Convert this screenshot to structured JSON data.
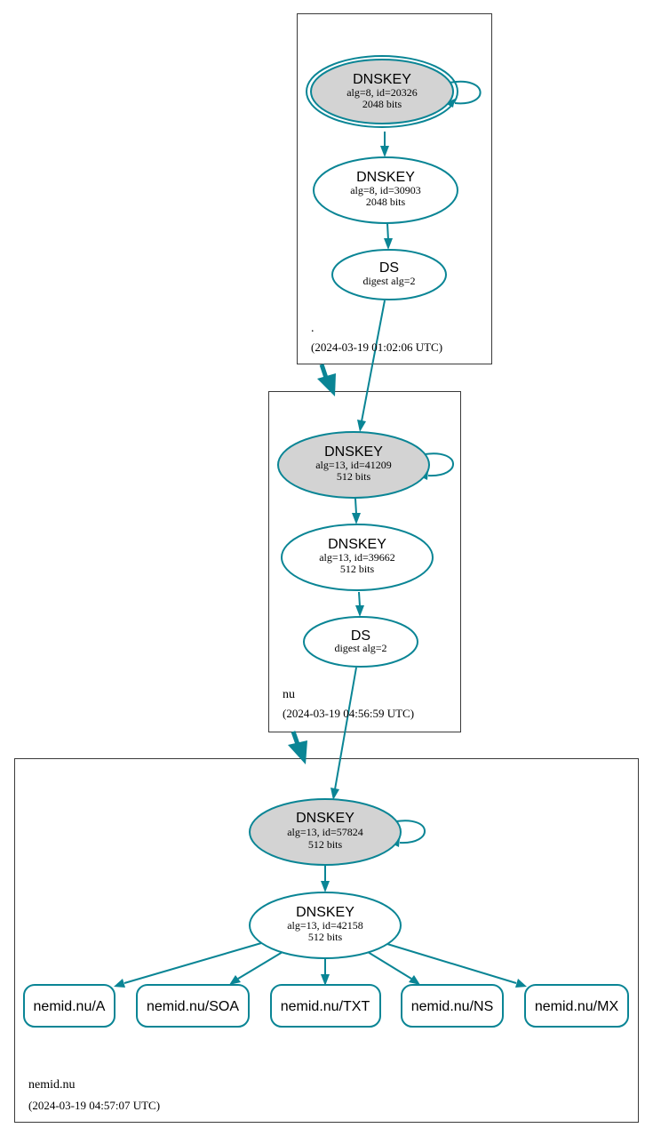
{
  "colors": {
    "edge": "#0a8595",
    "ksk_fill": "#d3d3d3",
    "node_fill": "#ffffff",
    "zone_border": "#3a3a3a"
  },
  "zones": [
    {
      "name": ".",
      "timestamp": "(2024-03-19 01:02:06 UTC)",
      "dnskey_ksk": {
        "title": "DNSKEY",
        "params": "alg=8, id=20326",
        "size": "2048 bits"
      },
      "dnskey_zsk": {
        "title": "DNSKEY",
        "params": "alg=8, id=30903",
        "size": "2048 bits"
      },
      "ds": {
        "title": "DS",
        "digest": "digest alg=2"
      }
    },
    {
      "name": "nu",
      "timestamp": "(2024-03-19 04:56:59 UTC)",
      "dnskey_ksk": {
        "title": "DNSKEY",
        "params": "alg=13, id=41209",
        "size": "512 bits"
      },
      "dnskey_zsk": {
        "title": "DNSKEY",
        "params": "alg=13, id=39662",
        "size": "512 bits"
      },
      "ds": {
        "title": "DS",
        "digest": "digest alg=2"
      }
    },
    {
      "name": "nemid.nu",
      "timestamp": "(2024-03-19 04:57:07 UTC)",
      "dnskey_ksk": {
        "title": "DNSKEY",
        "params": "alg=13, id=57824",
        "size": "512 bits"
      },
      "dnskey_zsk": {
        "title": "DNSKEY",
        "params": "alg=13, id=42158",
        "size": "512 bits"
      },
      "rrsets": [
        "nemid.nu/A",
        "nemid.nu/SOA",
        "nemid.nu/TXT",
        "nemid.nu/NS",
        "nemid.nu/MX"
      ]
    }
  ]
}
